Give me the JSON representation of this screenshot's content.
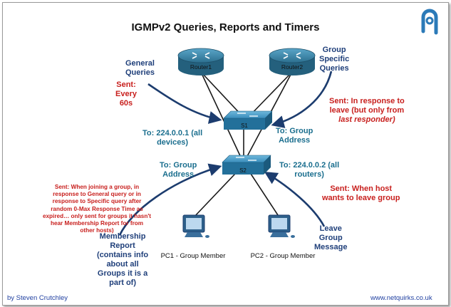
{
  "title": "IGMPv2 Queries, Reports and Timers",
  "devices": {
    "router1": "Router1",
    "router2": "Router2",
    "switch1": "S1",
    "switch2": "S2",
    "pc1": "PC1 - Group Member",
    "pc2": "PC2 - Group Member"
  },
  "labels": {
    "general_queries": [
      "General",
      "Queries"
    ],
    "group_specific_queries": [
      "Group",
      "Specific",
      "Queries"
    ],
    "sent_every_60s": [
      "Sent:",
      "Every",
      "60s"
    ],
    "sent_in_response_to_leave": [
      "Sent: In response to",
      "leave (but only from",
      "last responder)"
    ],
    "to_all_devices": [
      "To: 224.0.0.1 (all",
      "devices)"
    ],
    "to_group_address_right": [
      "To: Group",
      "Address"
    ],
    "to_group_address_left": [
      "To: Group",
      "Address"
    ],
    "to_all_routers": [
      "To: 224.0.0.2 (all",
      "routers)"
    ],
    "sent_when_joining": [
      "Sent: When joining a group, in",
      "response to General query or in",
      "response to Specific query after",
      "random 0-Max Response Time as",
      "expired… only sent for groups it hasn't",
      "hear Membership Report for from",
      "other hosts)"
    ],
    "sent_when_host_leaves": [
      "Sent: When host",
      "wants to leave group"
    ],
    "membership_report": [
      "Membership",
      "Report",
      "(contains info",
      "about all",
      "Groups it is a",
      "part of)"
    ],
    "leave_group_message": [
      "Leave",
      "Group",
      "Message"
    ]
  },
  "footer": {
    "author": "by Steven Crutchley",
    "website": "www.netquirks.co.uk"
  },
  "icons": {
    "logo": "netquirks-logo",
    "router": "router-icon",
    "switch": "switch-icon",
    "pc": "pc-icon"
  },
  "colors": {
    "router_body": "#2c6f8f",
    "switch_body": "#2a7aa3",
    "arrow_dark": "#1c3c6e",
    "sent_red": "#c8201e",
    "label_blue": "#1f3f7a",
    "label_teal": "#1a6e8e"
  }
}
